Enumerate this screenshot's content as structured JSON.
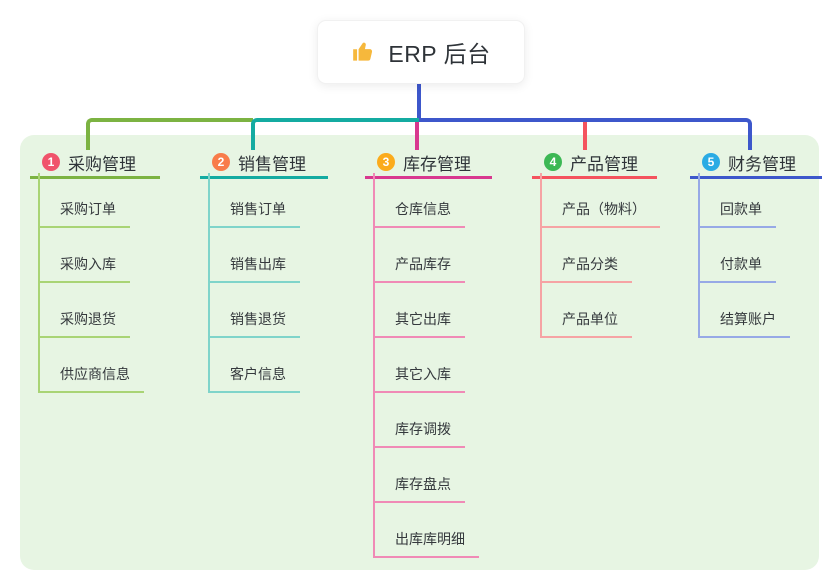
{
  "root": {
    "label": "ERP 后台",
    "icon": "thumbs-up-icon",
    "line_color": "#3d57cb"
  },
  "panel_color": "#e7f5e3",
  "branches": [
    {
      "index": "1",
      "label": "采购管理",
      "badge_color": "#f0536b",
      "line_color": "#7cb342",
      "child_line_color": "#a9d475",
      "children": [
        "采购订单",
        "采购入库",
        "采购退货",
        "供应商信息"
      ]
    },
    {
      "index": "2",
      "label": "销售管理",
      "badge_color": "#f87c4a",
      "line_color": "#14aba1",
      "child_line_color": "#7fd4ca",
      "children": [
        "销售订单",
        "销售出库",
        "销售退货",
        "客户信息"
      ]
    },
    {
      "index": "3",
      "label": "库存管理",
      "badge_color": "#fbab1c",
      "line_color": "#d8388f",
      "child_line_color": "#f08ab6",
      "children": [
        "仓库信息",
        "产品库存",
        "其它出库",
        "其它入库",
        "库存调拨",
        "库存盘点",
        "出库库明细"
      ]
    },
    {
      "index": "4",
      "label": "产品管理",
      "badge_color": "#3cb854",
      "line_color": "#f4535e",
      "child_line_color": "#f6a3a4",
      "children": [
        "产品（物料）",
        "产品分类",
        "产品单位"
      ]
    },
    {
      "index": "5",
      "label": "财务管理",
      "badge_color": "#2aabe4",
      "line_color": "#3d57cb",
      "child_line_color": "#97a9e6",
      "children": [
        "回款单",
        "付款单",
        "结算账户"
      ]
    }
  ]
}
